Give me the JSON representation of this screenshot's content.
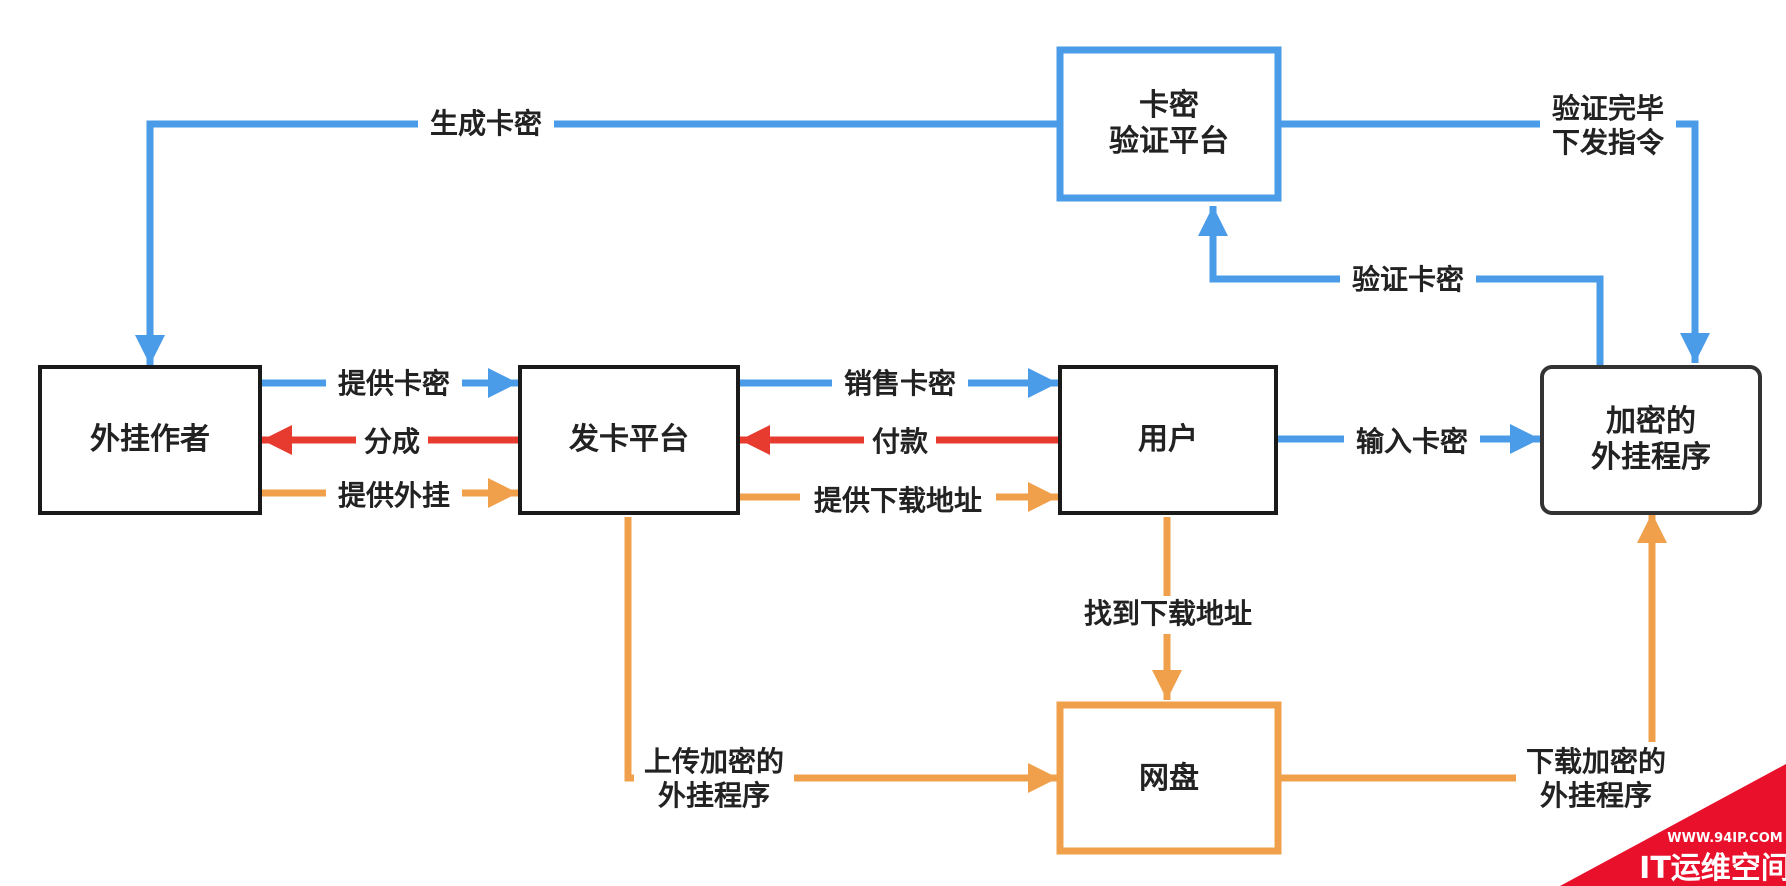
{
  "colors": {
    "blue": "#4a9be8",
    "red": "#e63b2e",
    "orange": "#f0a04b",
    "black": "#1a1a1a",
    "watermark": "#e8102a"
  },
  "nodes": {
    "author": {
      "lines": [
        "外挂作者"
      ]
    },
    "card_platform": {
      "lines": [
        "发卡平台"
      ]
    },
    "user": {
      "lines": [
        "用户"
      ]
    },
    "program": {
      "lines": [
        "加密的",
        "外挂程序"
      ]
    },
    "verify_platform": {
      "lines": [
        "卡密",
        "验证平台"
      ]
    },
    "netdisk": {
      "lines": [
        "网盘"
      ]
    }
  },
  "edges": {
    "generate_key": [
      "生成卡密"
    ],
    "verify_done": [
      "验证完毕",
      "下发指令"
    ],
    "verify_key": [
      "验证卡密"
    ],
    "provide_key": [
      "提供卡密"
    ],
    "revenue_share": [
      "分成"
    ],
    "provide_cheat": [
      "提供外挂"
    ],
    "sell_key": [
      "销售卡密"
    ],
    "payment": [
      "付款"
    ],
    "provide_download": [
      "提供下载地址"
    ],
    "input_key": [
      "输入卡密"
    ],
    "find_download": [
      "找到下载地址"
    ],
    "upload_program": [
      "上传加密的",
      "外挂程序"
    ],
    "download_program": [
      "下载加密的",
      "外挂程序"
    ]
  },
  "watermark": {
    "url": "WWW.94IP.COM",
    "name": "IT运维空间"
  }
}
